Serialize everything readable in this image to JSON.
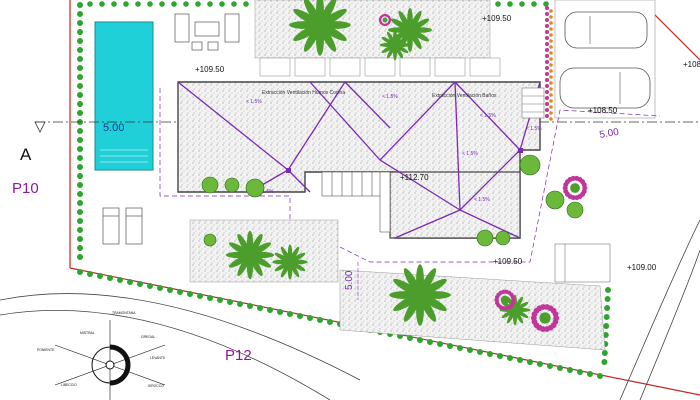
{
  "labels": {
    "section_marker": "A",
    "plot_west": "P10",
    "plot_south": "P12",
    "pool_width": "5.00",
    "setback_east": "5.00",
    "setback_south": "5.00",
    "chimney_label_1": "Extracción Ventilación Humos Cocina",
    "chimney_label_2": "Extracción Ventilación Baños"
  },
  "elevations": {
    "terrace_north": "+109.50",
    "terrace_west": "+109.50",
    "parking": "+108.50",
    "roof": "+112.70",
    "terrace_south": "+109.50",
    "street_east": "+109.00",
    "edge_top_right": "+108"
  },
  "slopes": {
    "s1": "< 1.5%",
    "s2": "< 1.5%",
    "s3": "< 1.5%",
    "s4": "< 1.5%",
    "s5": "< 1.5%",
    "s6": "< 1.5%",
    "s7": "< 1.5%"
  },
  "compass": {
    "n": "TRAMONTANA",
    "nw": "MISTRAL",
    "ne": "GREGAL",
    "w": "PONIENTE",
    "e": "LEVANTE",
    "sw": "LIBECCIO",
    "se": "SIROCCO"
  },
  "colors": {
    "boundary": "#cc2222",
    "roof_lines": "#7a2ab5",
    "pool": "#20d0d8",
    "hedge": "#2ea52e",
    "vegetation": "#4c9e2c",
    "flowers": "#c2369a",
    "gravel": "#d8d8d8",
    "text_purple": "#8a1a9c"
  }
}
